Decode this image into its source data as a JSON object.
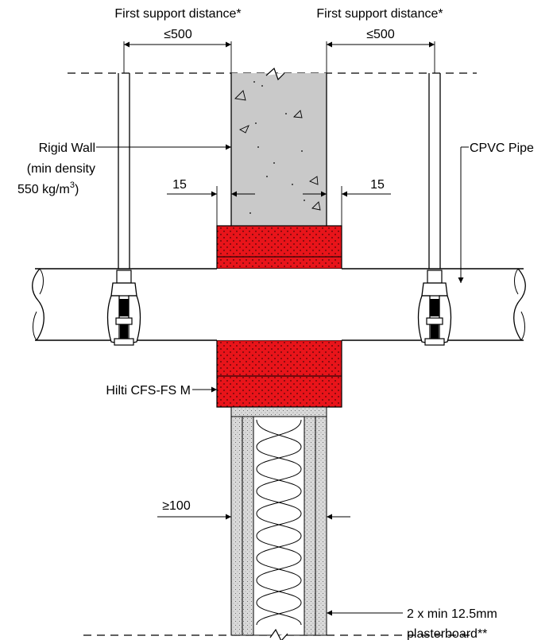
{
  "labels": {
    "first_support_left": "First support distance*",
    "first_support_right": "First support distance*",
    "dim_left_500": "≤500",
    "dim_right_500": "≤500",
    "rigid_wall_line1": "Rigid Wall",
    "rigid_wall_line2": "(min density",
    "rigid_wall_line3_value": "550 kg/m",
    "rigid_wall_line3_sup": "3",
    "rigid_wall_line3_end": ")",
    "cpvc_pipe": "CPVC Pipe",
    "dim_15_left": "15",
    "dim_15_right": "15",
    "hilti_product": "Hilti CFS-FS M",
    "dim_100": "≥100",
    "plasterboard_line1": "2 x min 12.5mm",
    "plasterboard_line2": "plasterboard**"
  },
  "colors": {
    "concrete": "#c9c9c9",
    "firestop": "#e8141a",
    "board": "#d9d9d9",
    "line": "#000000"
  },
  "icons": {
    "pipe_clamp": "pipe-clamp-icon",
    "break_mark": "break-line-icon"
  }
}
